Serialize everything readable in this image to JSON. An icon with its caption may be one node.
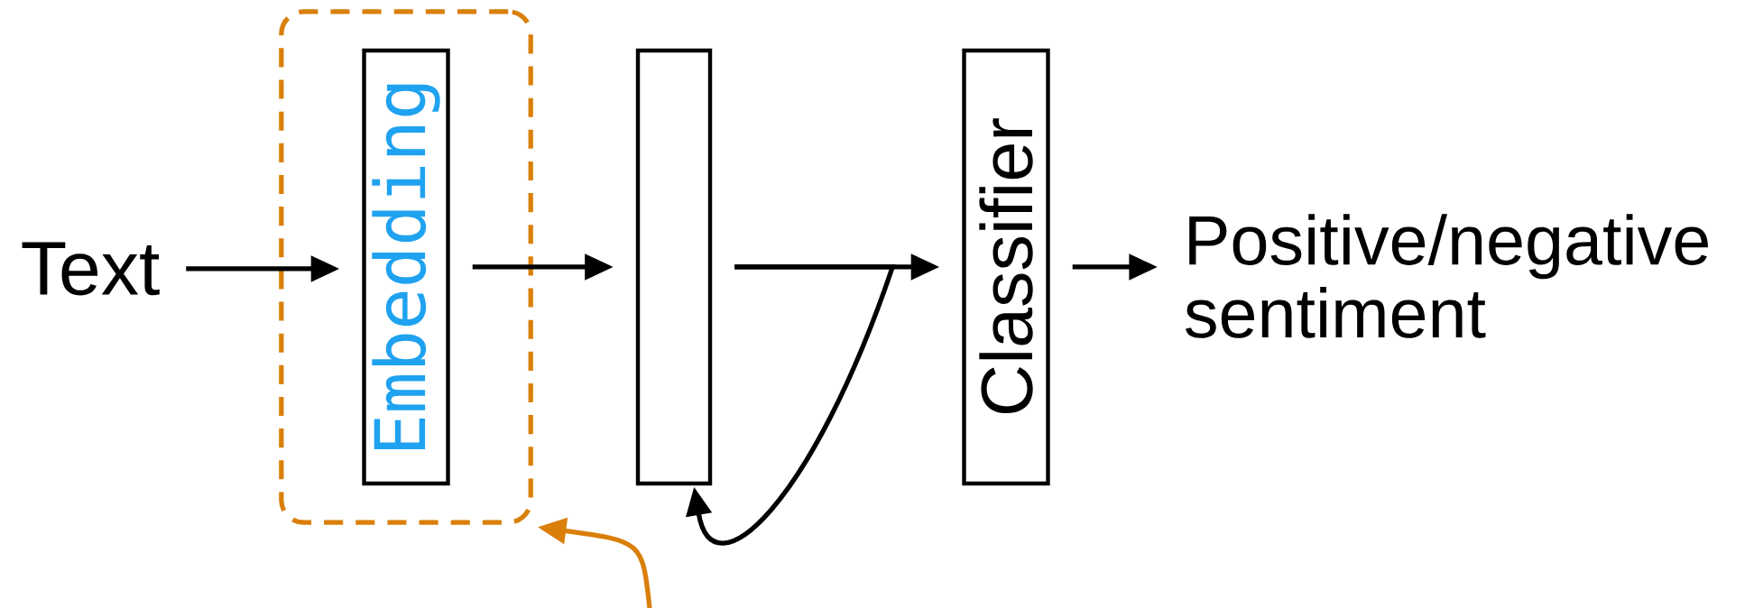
{
  "diagram": {
    "nodes": [
      {
        "text": [
          "Text"
        ]
      },
      {
        "text": [],
        "shape": "box"
      },
      {
        "text": [
          "Embedding"
        ],
        "in": 1
      },
      {
        "text": [],
        "shape": "box"
      },
      {
        "text": [
          "Classifier"
        ]
      },
      {
        "text": [
          "Positive/negative sentiment"
        ]
      }
    ],
    "edges": [
      {
        "from": 0,
        "to": 2,
        "arrow": "to"
      },
      {
        "from": 2,
        "to": 3,
        "arrow": "to"
      },
      {
        "from": 3,
        "to": 4,
        "arrow": "to"
      },
      {
        "from": 3,
        "to": 3,
        "arrow": "to"
      },
      {
        "from": 4,
        "to": 5,
        "arrow": "to"
      },
      {
        "from": null,
        "to": 1,
        "arrow": "to",
        "color": "#d97f0a"
      }
    ]
  }
}
